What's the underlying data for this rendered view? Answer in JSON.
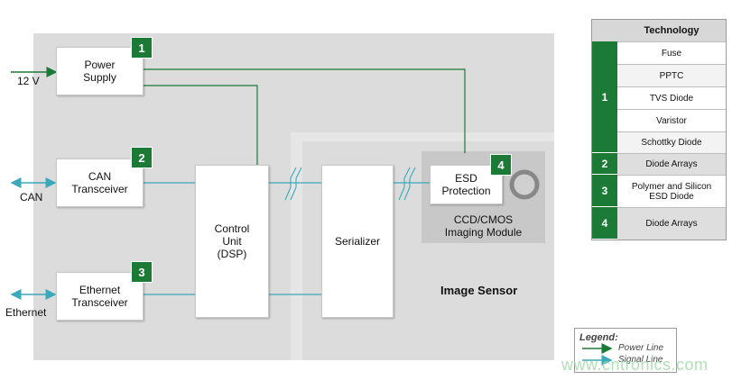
{
  "colors": {
    "power_line": "#1b7a35",
    "signal_line": "#3aa9bb",
    "badge": "#1b7a35",
    "region": "#dcdcdc"
  },
  "blocks": {
    "power_supply": "Power\nSupply",
    "can_transceiver": "CAN\nTransceiver",
    "ethernet_transceiver": "Ethernet\nTransceiver",
    "control_unit": "Control\nUnit\n(DSP)",
    "serializer": "Serializer",
    "esd_protection": "ESD\nProtection"
  },
  "badges": {
    "b1": "1",
    "b2": "2",
    "b3": "3",
    "b4": "4"
  },
  "labels": {
    "v12": "12 V",
    "can": "CAN",
    "ethernet": "Ethernet",
    "imaging_module": "CCD/CMOS\nImaging Module",
    "image_sensor": "Image Sensor"
  },
  "table": {
    "header": "Technology",
    "groups": [
      {
        "num": "1",
        "items": [
          "Fuse",
          "PPTC",
          "TVS Diode",
          "Varistor",
          "Schottky Diode"
        ]
      },
      {
        "num": "2",
        "items": [
          "Diode Arrays"
        ]
      },
      {
        "num": "3",
        "items": [
          "Polymer and Silicon\nESD Diode"
        ]
      },
      {
        "num": "4",
        "items": [
          "Diode Arrays"
        ]
      }
    ]
  },
  "legend": {
    "title": "Legend:",
    "power": "Power Line",
    "signal": "Signal Line"
  },
  "watermark": "www.cntronics.com"
}
